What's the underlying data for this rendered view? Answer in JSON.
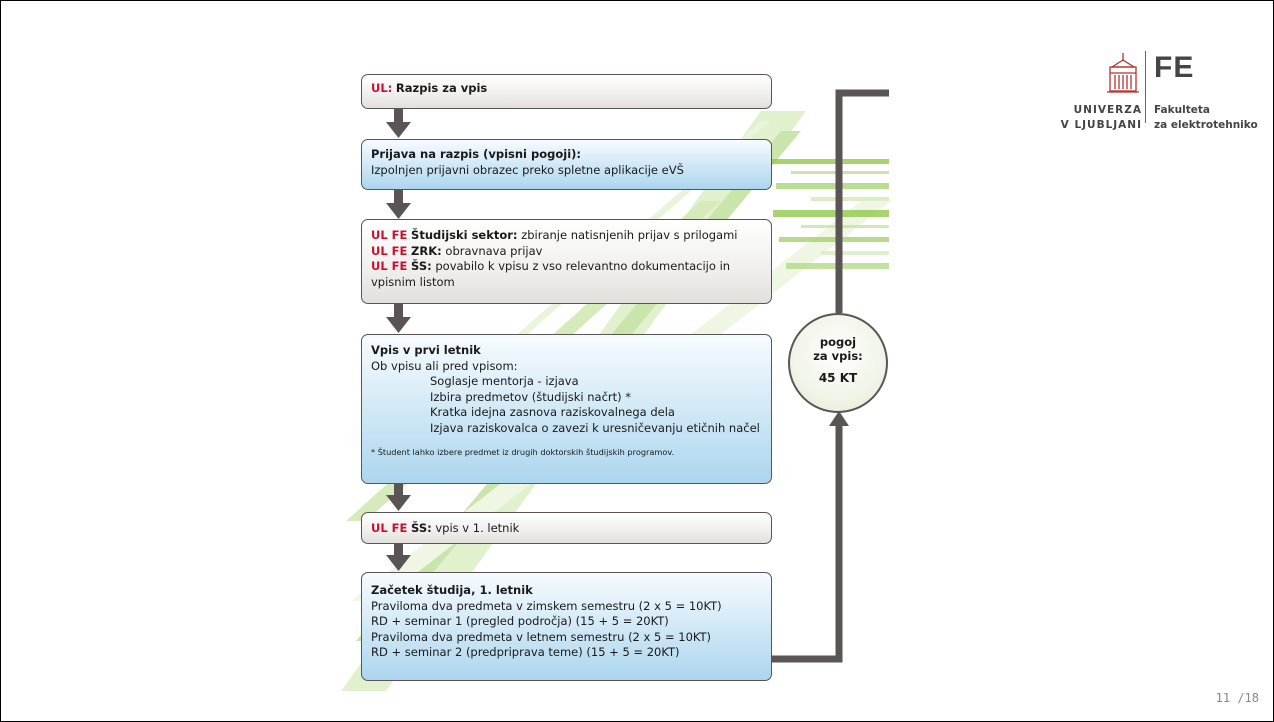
{
  "boxes": {
    "b1": {
      "ul": "UL:",
      "title": "Razpis za vpis"
    },
    "b2": {
      "title": "Prijava na razpis (vpisni pogoji):",
      "text": "Izpolnjen prijavni obrazec preko spletne aplikacije eVŠ"
    },
    "b3": {
      "l1_prefix": "UL FE",
      "l1_bold": "Študijski sektor:",
      "l1_text": "zbiranje natisnjenih prijav s prilogami",
      "l2_prefix": "UL FE",
      "l2_bold": "ZRK:",
      "l2_text": "obravnava prijav",
      "l3_prefix": "UL FE",
      "l3_bold": "ŠS:",
      "l3_text": "povabilo k vpisu z vso relevantno dokumentacijo in",
      "l4_text": "vpisnim listom"
    },
    "b4": {
      "title": "Vpis v prvi letnik",
      "intro": "Ob vpisu ali pred vpisom:",
      "items": [
        "Soglasje mentorja - izjava",
        "Izbira predmetov (študijski načrt) *",
        "Kratka idejna zasnova raziskovalnega dela",
        "Izjava raziskovalca o zavezi k uresničevanju etičnih načel"
      ],
      "note": "* Študent lahko izbere predmet iz drugih doktorskih študijskih programov."
    },
    "b5": {
      "prefix": "UL FE",
      "bold": "ŠS:",
      "text": "vpis v 1. letnik"
    },
    "b6": {
      "title": "Začetek študija, 1. letnik",
      "lines": [
        "Praviloma dva predmeta v zimskem semestru (2 x 5 = 10KT)",
        "RD + seminar 1 (pregled področja) (15 + 5 = 20KT)",
        "Praviloma dva predmeta v letnem semestru (2 x 5 = 10KT)",
        "RD + seminar 2 (predpriprava teme) (15 + 5 = 20KT)"
      ]
    }
  },
  "condition": {
    "line1": "pogoj",
    "line2": "za vpis:",
    "value": "45 KT"
  },
  "logo": {
    "fe": "FE",
    "univ1": "UNIVERZA",
    "univ2": "V LJUBLJANI",
    "fak1": "Fakulteta",
    "fak2": "za elektrotehniko"
  },
  "page": {
    "number": "11 /18"
  },
  "colors": {
    "accent_red": "#c8102e",
    "arrow": "#5a5554",
    "box_blue": "#c6e3f4",
    "stripe_green": "#8cc63f"
  }
}
